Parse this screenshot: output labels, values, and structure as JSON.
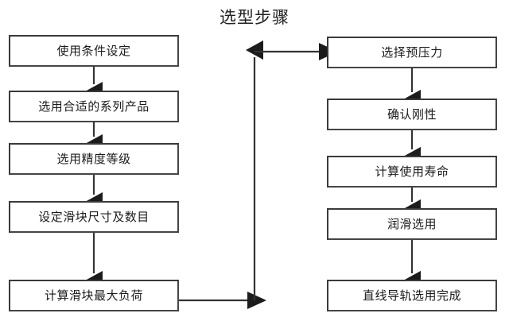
{
  "chart_data": {
    "type": "diagram",
    "diagram_kind": "flowchart",
    "title": "选型步骤",
    "orientation": "two-column top-to-bottom, left column feeds right column",
    "nodes": [
      {
        "id": "n1",
        "label": "使用条件设定",
        "column": "left",
        "order": 1
      },
      {
        "id": "n2",
        "label": "选用合适的系列产品",
        "column": "left",
        "order": 2
      },
      {
        "id": "n3",
        "label": "选用精度等级",
        "column": "left",
        "order": 3
      },
      {
        "id": "n4",
        "label": "设定滑块尺寸及数目",
        "column": "left",
        "order": 4
      },
      {
        "id": "n5",
        "label": "计算滑块最大负荷",
        "column": "left",
        "order": 5
      },
      {
        "id": "n6",
        "label": "选择预压力",
        "column": "right",
        "order": 1
      },
      {
        "id": "n7",
        "label": "确认刚性",
        "column": "right",
        "order": 2
      },
      {
        "id": "n8",
        "label": "计算使用寿命",
        "column": "right",
        "order": 3
      },
      {
        "id": "n9",
        "label": "润滑选用",
        "column": "right",
        "order": 4
      },
      {
        "id": "n10",
        "label": "直线导轨选用完成",
        "column": "right",
        "order": 5
      }
    ],
    "edges": [
      {
        "from": "n1",
        "to": "n2",
        "kind": "vertical-arrow"
      },
      {
        "from": "n2",
        "to": "n3",
        "kind": "vertical-arrow"
      },
      {
        "from": "n3",
        "to": "n4",
        "kind": "vertical-arrow"
      },
      {
        "from": "n4",
        "to": "n5",
        "kind": "vertical-arrow"
      },
      {
        "from": "n5",
        "to": "n6",
        "kind": "elbow-right-up-right"
      },
      {
        "from": "n6",
        "to": "n7",
        "kind": "vertical-arrow"
      },
      {
        "from": "n7",
        "to": "n8",
        "kind": "vertical-arrow"
      },
      {
        "from": "n8",
        "to": "n9",
        "kind": "vertical-arrow"
      },
      {
        "from": "n9",
        "to": "n10",
        "kind": "vertical-arrow"
      }
    ],
    "colors": {
      "background": "#ffffff",
      "box_border": "#3a3a3a",
      "box_fill": "#ffffff",
      "connector": "#333333",
      "text": "#1b1b1b",
      "title_text": "#222222"
    }
  },
  "title": "选型步骤",
  "left_column": {
    "node_1": "使用条件设定",
    "node_2": "选用合适的系列产品",
    "node_3": "选用精度等级",
    "node_4": "设定滑块尺寸及数目",
    "node_5": "计算滑块最大负荷"
  },
  "right_column": {
    "node_1": "选择预压力",
    "node_2": "确认刚性",
    "node_3": "计算使用寿命",
    "node_4": "润滑选用",
    "node_5": "直线导轨选用完成"
  }
}
